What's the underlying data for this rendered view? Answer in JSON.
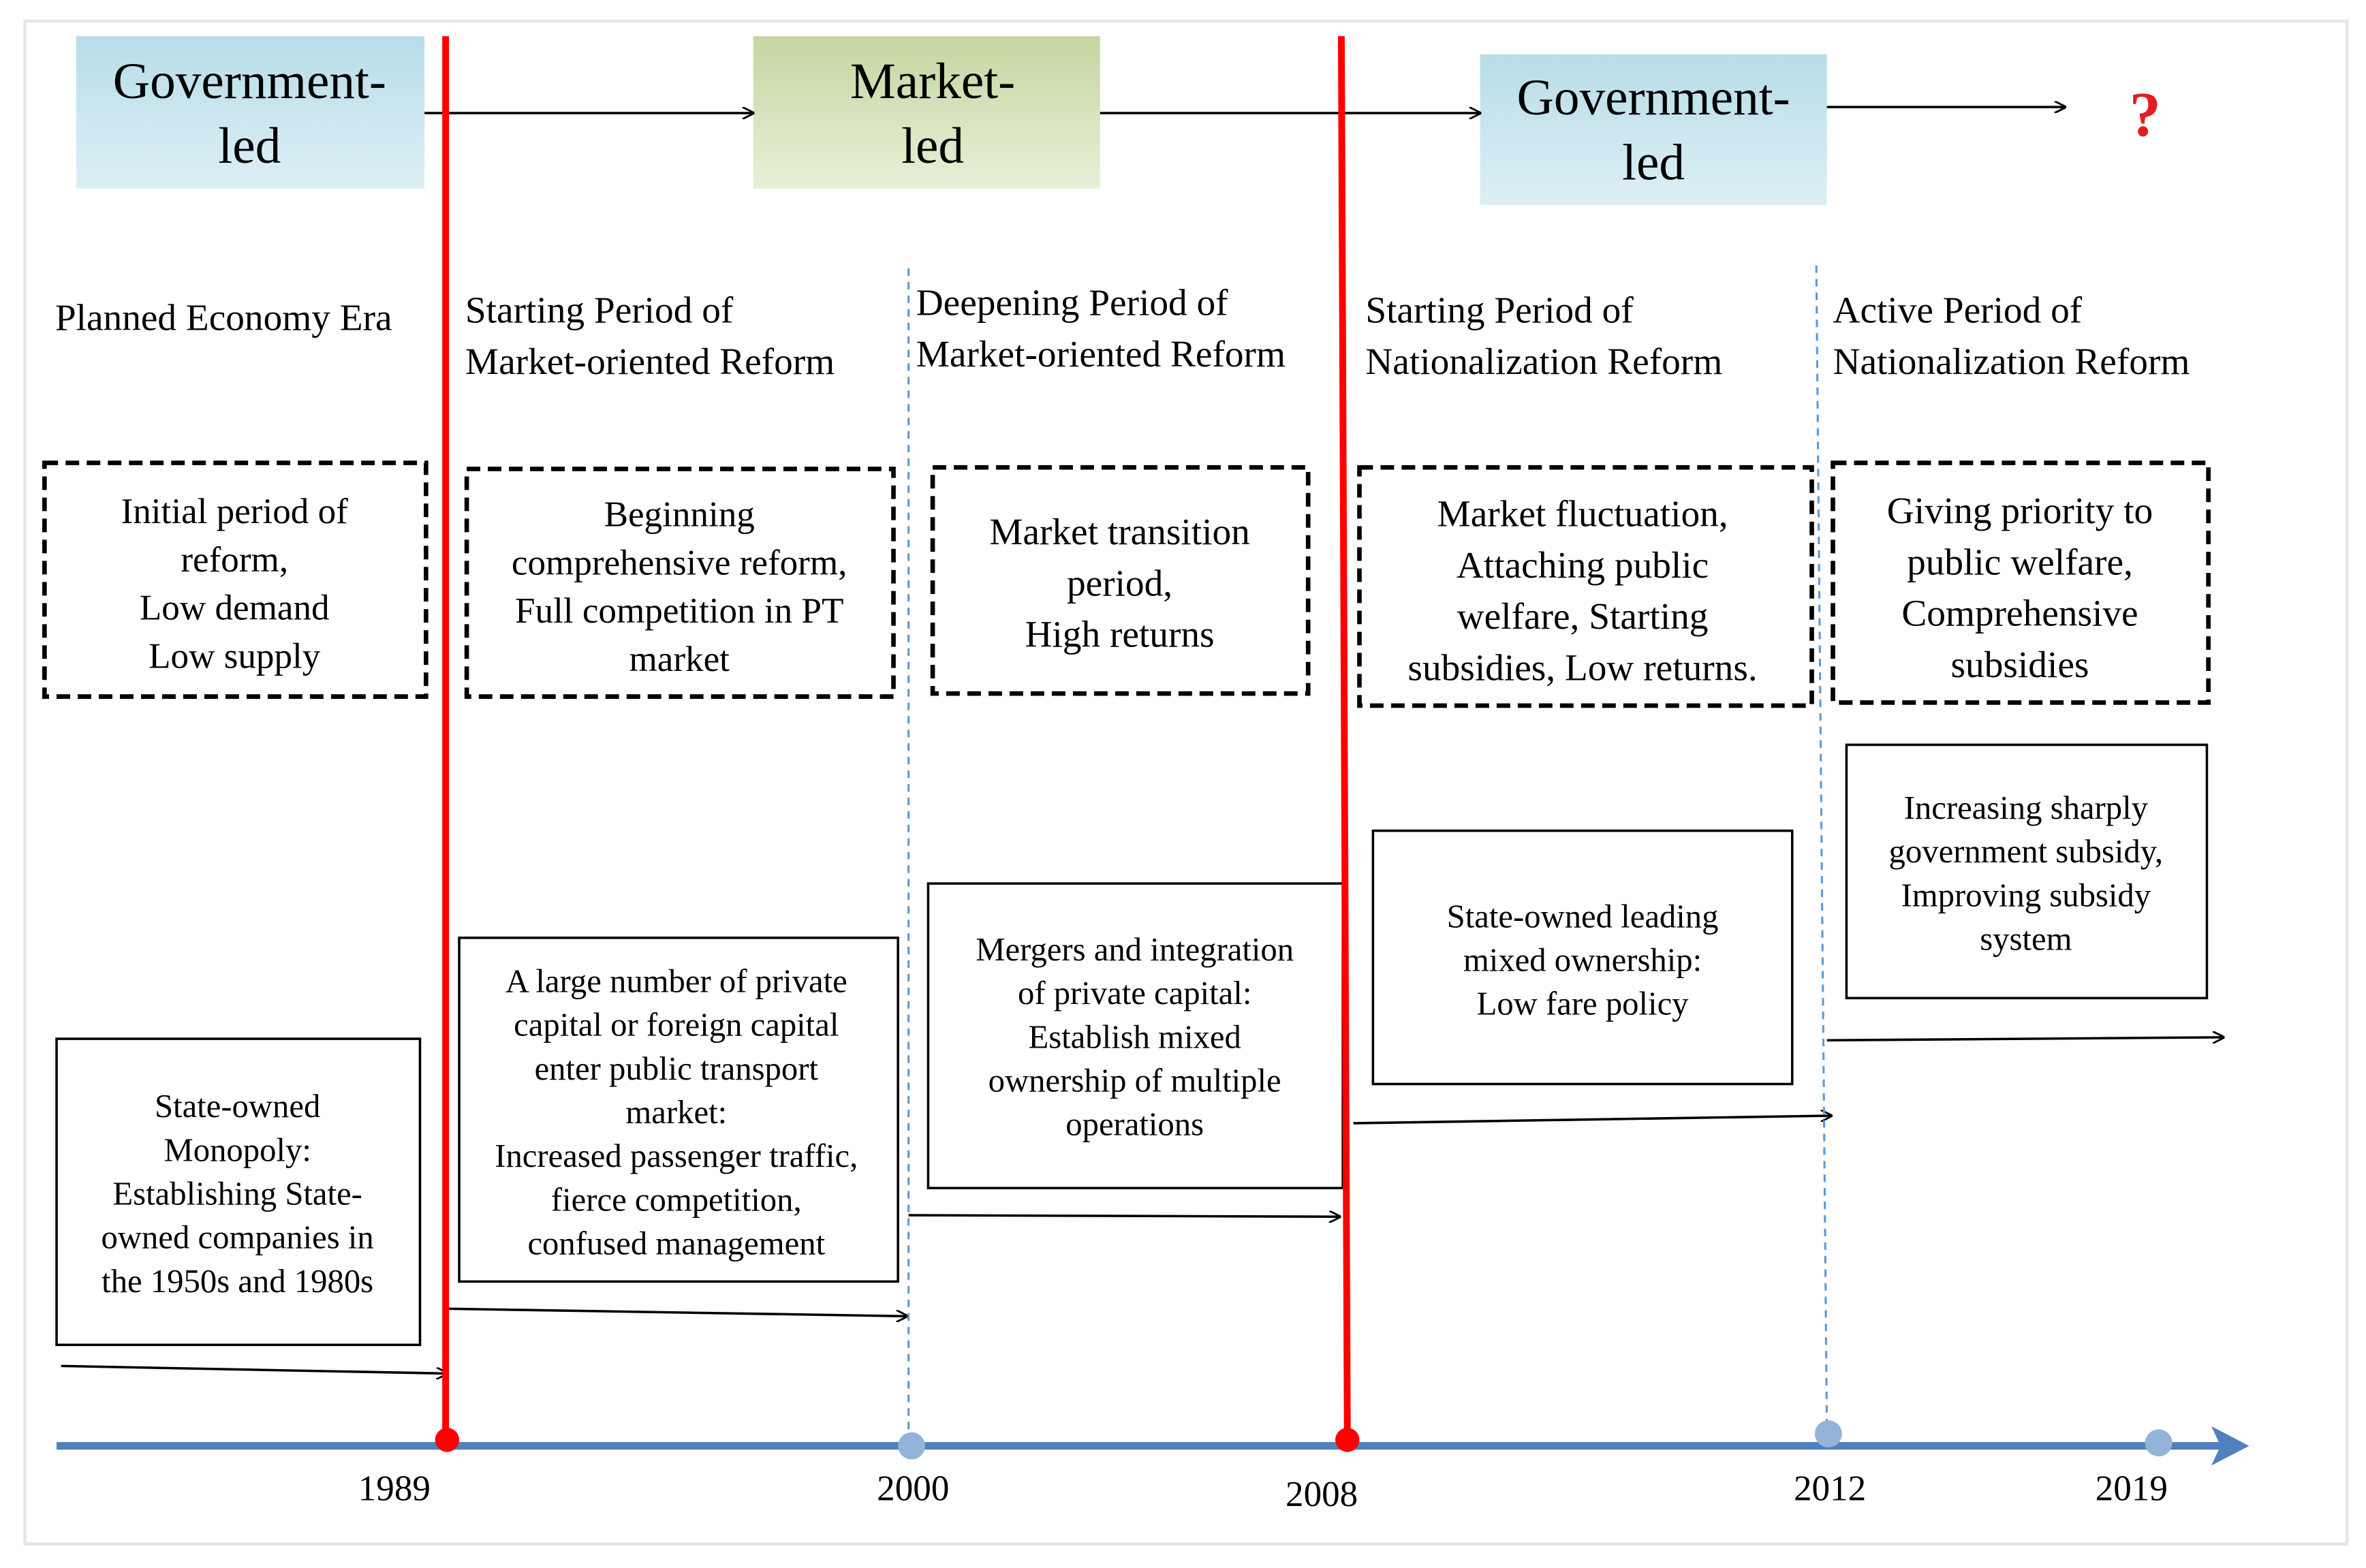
{
  "phases": [
    {
      "label": "Government-\nled",
      "color_top": "#b7dde8",
      "color_bottom": "#ddeff5"
    },
    {
      "label": "Market-\nled",
      "color_top": "#c4d6a0",
      "color_bottom": "#e8f0d7"
    },
    {
      "label": "Government-\nled",
      "color_top": "#b7dde8",
      "color_bottom": "#ddeff5"
    }
  ],
  "future_marker": "?",
  "periods": [
    {
      "title": "Planned Economy Era"
    },
    {
      "title": "Starting Period of\nMarket-oriented Reform"
    },
    {
      "title": "Deepening Period of\nMarket-oriented Reform"
    },
    {
      "title": "Starting Period of\nNationalization Reform"
    },
    {
      "title": "Active Period of\nNationalization Reform"
    }
  ],
  "characteristics": [
    "Initial period of\nreform,\nLow demand\nLow supply",
    "Beginning\ncomprehensive reform,\nFull competition in PT\nmarket",
    "Market transition\nperiod,\nHigh returns",
    "Market fluctuation,\nAttaching public\nwelfare, Starting\nsubsidies, Low returns.",
    "Giving priority to\npublic welfare,\nComprehensive\nsubsidies"
  ],
  "policies": [
    "State-owned\nMonopoly:\nEstablishing State-\nowned companies in\nthe 1950s and 1980s",
    "A large number of private\ncapital or foreign capital\nenter public transport\nmarket:\nIncreased passenger traffic,\nfierce competition,\nconfused management",
    "Mergers and integration\nof private capital:\nEstablish mixed\nownership of multiple\noperations",
    "State-owned leading\nmixed ownership:\nLow fare policy",
    "Increasing sharply\ngovernment subsidy,\nImproving subsidy\nsystem"
  ],
  "timeline": {
    "years": [
      "1989",
      "2000",
      "2008",
      "2012",
      "2019"
    ],
    "major_color": "#ff0000",
    "minor_color": "#5b9bd5",
    "axis_color": "#4f81bd"
  }
}
